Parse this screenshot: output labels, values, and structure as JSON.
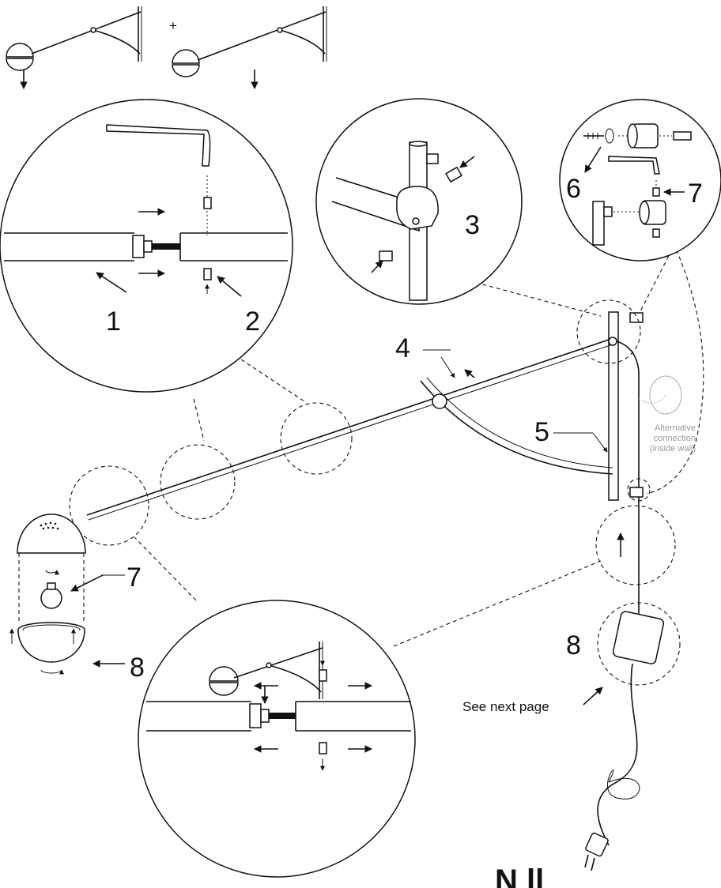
{
  "top": {
    "plus": "+"
  },
  "callouts": {
    "c1": "1",
    "c2": "2",
    "c3": "3",
    "c4": "4",
    "c5": "5",
    "c6": "6",
    "c7_top": "7",
    "c7_bulb": "7",
    "c8_shade": "8",
    "c8_box": "8"
  },
  "see_next_page": "See next page",
  "alternative_connection": [
    "Alternative",
    "connection",
    "(inside wall)"
  ],
  "footer_partial": "N    ll"
}
